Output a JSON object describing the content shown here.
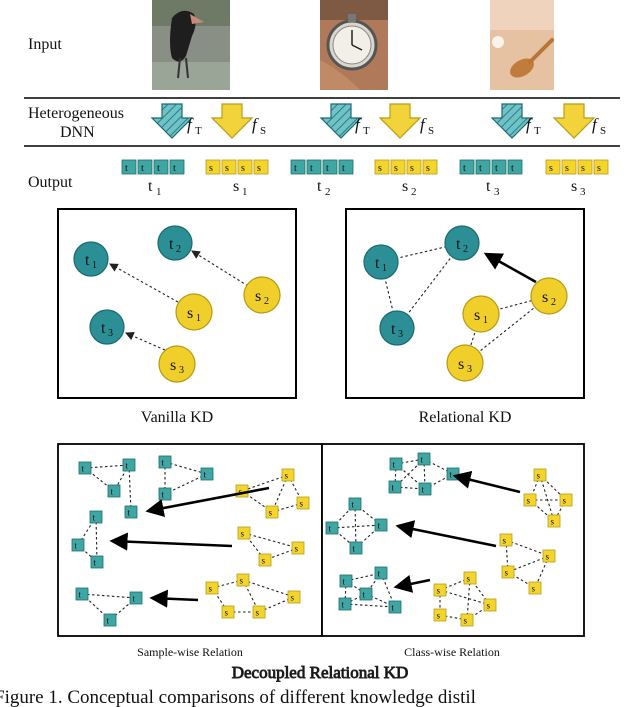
{
  "rows": {
    "input": "Input",
    "dnn_line1": "Heterogeneous",
    "dnn_line2": "DNN",
    "output": "Output"
  },
  "func": {
    "teacher": "f",
    "teacher_sub": "T",
    "student": "f",
    "student_sub": "S"
  },
  "outputs": [
    {
      "t": "t",
      "t_sub": "1",
      "s": "s",
      "s_sub": "1"
    },
    {
      "t": "t",
      "t_sub": "2",
      "s": "s",
      "s_sub": "2"
    },
    {
      "t": "t",
      "t_sub": "3",
      "s": "s",
      "s_sub": "3"
    }
  ],
  "panels": {
    "vanilla": "Vanilla KD",
    "relational": "Relational KD",
    "sample_wise": "Sample-wise Relation",
    "class_wise": "Class-wise Relation",
    "decoupled": "Decoupled Relational KD"
  },
  "nodes": {
    "t1": "t",
    "t2": "t",
    "t3": "t",
    "s1": "s",
    "s2": "s",
    "s3": "s",
    "sub1": "1",
    "sub2": "2",
    "sub3": "3"
  },
  "caption": "Figure 1.  Conceptual comparisons of different knowledge distil",
  "colors": {
    "teacher": "#2c8f95",
    "student": "#f0cf2a"
  }
}
